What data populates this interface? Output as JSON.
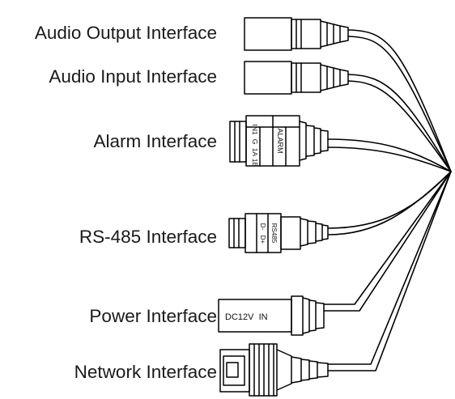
{
  "diagram": {
    "interfaces": [
      {
        "key": "audio_output",
        "label": "Audio Output Interface",
        "connector": "audio-jack"
      },
      {
        "key": "audio_input",
        "label": "Audio Input Interface",
        "connector": "audio-jack"
      },
      {
        "key": "alarm",
        "label": "Alarm Interface",
        "connector": "terminal-block"
      },
      {
        "key": "rs485",
        "label": "RS-485 Interface",
        "connector": "terminal-block"
      },
      {
        "key": "power",
        "label": "Power Interface",
        "connector": "dc-jack"
      },
      {
        "key": "network",
        "label": "Network Interface",
        "connector": "rj45"
      }
    ],
    "alarm_block": {
      "header": "ALARM",
      "pins": [
        "IN1",
        "G",
        "1A",
        "1B"
      ]
    },
    "rs485_block": {
      "header": "RS485",
      "pins": [
        "D-",
        "D+"
      ]
    },
    "power_jack_text": "DC12V  IN"
  }
}
